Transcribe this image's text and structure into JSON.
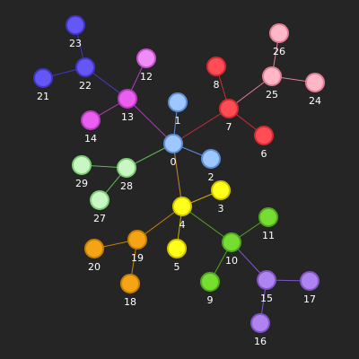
{
  "background": "#252525",
  "nodes": [
    {
      "id": "0",
      "label": "0",
      "fill": "#9ec6ff",
      "stroke": "#5b8fd8"
    },
    {
      "id": "1",
      "label": "1",
      "fill": "#9ec6ff",
      "stroke": "#5b8fd8"
    },
    {
      "id": "2",
      "label": "2",
      "fill": "#9ec6ff",
      "stroke": "#5b8fd8"
    },
    {
      "id": "3",
      "label": "3",
      "fill": "#ffff1a",
      "stroke": "#d4c400"
    },
    {
      "id": "4",
      "label": "4",
      "fill": "#ffff1a",
      "stroke": "#d4c400"
    },
    {
      "id": "5",
      "label": "5",
      "fill": "#ffff1a",
      "stroke": "#d4c400"
    },
    {
      "id": "6",
      "label": "6",
      "fill": "#ff4d55",
      "stroke": "#d42a35"
    },
    {
      "id": "7",
      "label": "7",
      "fill": "#ff4d55",
      "stroke": "#d42a35"
    },
    {
      "id": "8",
      "label": "8",
      "fill": "#ff4d55",
      "stroke": "#d42a35"
    },
    {
      "id": "9",
      "label": "9",
      "fill": "#77dd33",
      "stroke": "#4faa1c"
    },
    {
      "id": "10",
      "label": "10",
      "fill": "#77dd33",
      "stroke": "#4faa1c"
    },
    {
      "id": "11",
      "label": "11",
      "fill": "#77dd33",
      "stroke": "#4faa1c"
    },
    {
      "id": "12",
      "label": "12",
      "fill": "#f08cf7",
      "stroke": "#c84fd0"
    },
    {
      "id": "13",
      "label": "13",
      "fill": "#ea5ef0",
      "stroke": "#b83ac0"
    },
    {
      "id": "14",
      "label": "14",
      "fill": "#ea5ef0",
      "stroke": "#b83ac0"
    },
    {
      "id": "15",
      "label": "15",
      "fill": "#b084f0",
      "stroke": "#7f55c8"
    },
    {
      "id": "16",
      "label": "16",
      "fill": "#b084f0",
      "stroke": "#7f55c8"
    },
    {
      "id": "17",
      "label": "17",
      "fill": "#b084f0",
      "stroke": "#7f55c8"
    },
    {
      "id": "18",
      "label": "18",
      "fill": "#f5a416",
      "stroke": "#c98200"
    },
    {
      "id": "19",
      "label": "19",
      "fill": "#f5a416",
      "stroke": "#c98200"
    },
    {
      "id": "20",
      "label": "20",
      "fill": "#f5a416",
      "stroke": "#c98200"
    },
    {
      "id": "21",
      "label": "21",
      "fill": "#6457f5",
      "stroke": "#4136c8"
    },
    {
      "id": "22",
      "label": "22",
      "fill": "#6457f5",
      "stroke": "#4136c8"
    },
    {
      "id": "23",
      "label": "23",
      "fill": "#6457f5",
      "stroke": "#4136c8"
    },
    {
      "id": "24",
      "label": "24",
      "fill": "#ffb7c8",
      "stroke": "#e07f95"
    },
    {
      "id": "25",
      "label": "25",
      "fill": "#ffb7c8",
      "stroke": "#e07f95"
    },
    {
      "id": "26",
      "label": "26",
      "fill": "#ffb7c8",
      "stroke": "#e07f95"
    },
    {
      "id": "27",
      "label": "27",
      "fill": "#c9f7c4",
      "stroke": "#7fcf76"
    },
    {
      "id": "28",
      "label": "28",
      "fill": "#c9f7c4",
      "stroke": "#7fcf76"
    },
    {
      "id": "29",
      "label": "29",
      "fill": "#c9f7c4",
      "stroke": "#7fcf76"
    }
  ],
  "edges": [
    {
      "source": "0",
      "target": "1",
      "color": "#5b8fd8"
    },
    {
      "source": "0",
      "target": "2",
      "color": "#5b8fd8"
    },
    {
      "source": "0",
      "target": "7",
      "color": "#c0303d"
    },
    {
      "source": "0",
      "target": "13",
      "color": "#b03ab8"
    },
    {
      "source": "0",
      "target": "28",
      "color": "#5fb85a"
    },
    {
      "source": "0",
      "target": "4",
      "color": "#c08a2a"
    },
    {
      "source": "7",
      "target": "8",
      "color": "#d42a35"
    },
    {
      "source": "7",
      "target": "6",
      "color": "#d42a35"
    },
    {
      "source": "7",
      "target": "25",
      "color": "#e07f95"
    },
    {
      "source": "25",
      "target": "26",
      "color": "#e07f95"
    },
    {
      "source": "25",
      "target": "24",
      "color": "#e07f95"
    },
    {
      "source": "13",
      "target": "12",
      "color": "#b83ac0"
    },
    {
      "source": "13",
      "target": "14",
      "color": "#b83ac0"
    },
    {
      "source": "13",
      "target": "22",
      "color": "#4a3ac8"
    },
    {
      "source": "22",
      "target": "21",
      "color": "#4136c8"
    },
    {
      "source": "22",
      "target": "23",
      "color": "#4136c8"
    },
    {
      "source": "28",
      "target": "29",
      "color": "#5fb85a"
    },
    {
      "source": "28",
      "target": "27",
      "color": "#5fb85a"
    },
    {
      "source": "4",
      "target": "3",
      "color": "#c9b400"
    },
    {
      "source": "4",
      "target": "5",
      "color": "#c9b400"
    },
    {
      "source": "4",
      "target": "19",
      "color": "#c98200"
    },
    {
      "source": "4",
      "target": "10",
      "color": "#4faa1c"
    },
    {
      "source": "19",
      "target": "20",
      "color": "#c98200"
    },
    {
      "source": "19",
      "target": "18",
      "color": "#c98200"
    },
    {
      "source": "10",
      "target": "11",
      "color": "#4faa1c"
    },
    {
      "source": "10",
      "target": "9",
      "color": "#4faa1c"
    },
    {
      "source": "10",
      "target": "15",
      "color": "#7f55c8"
    },
    {
      "source": "15",
      "target": "17",
      "color": "#7f55c8"
    },
    {
      "source": "15",
      "target": "16",
      "color": "#7f55c8"
    }
  ]
}
